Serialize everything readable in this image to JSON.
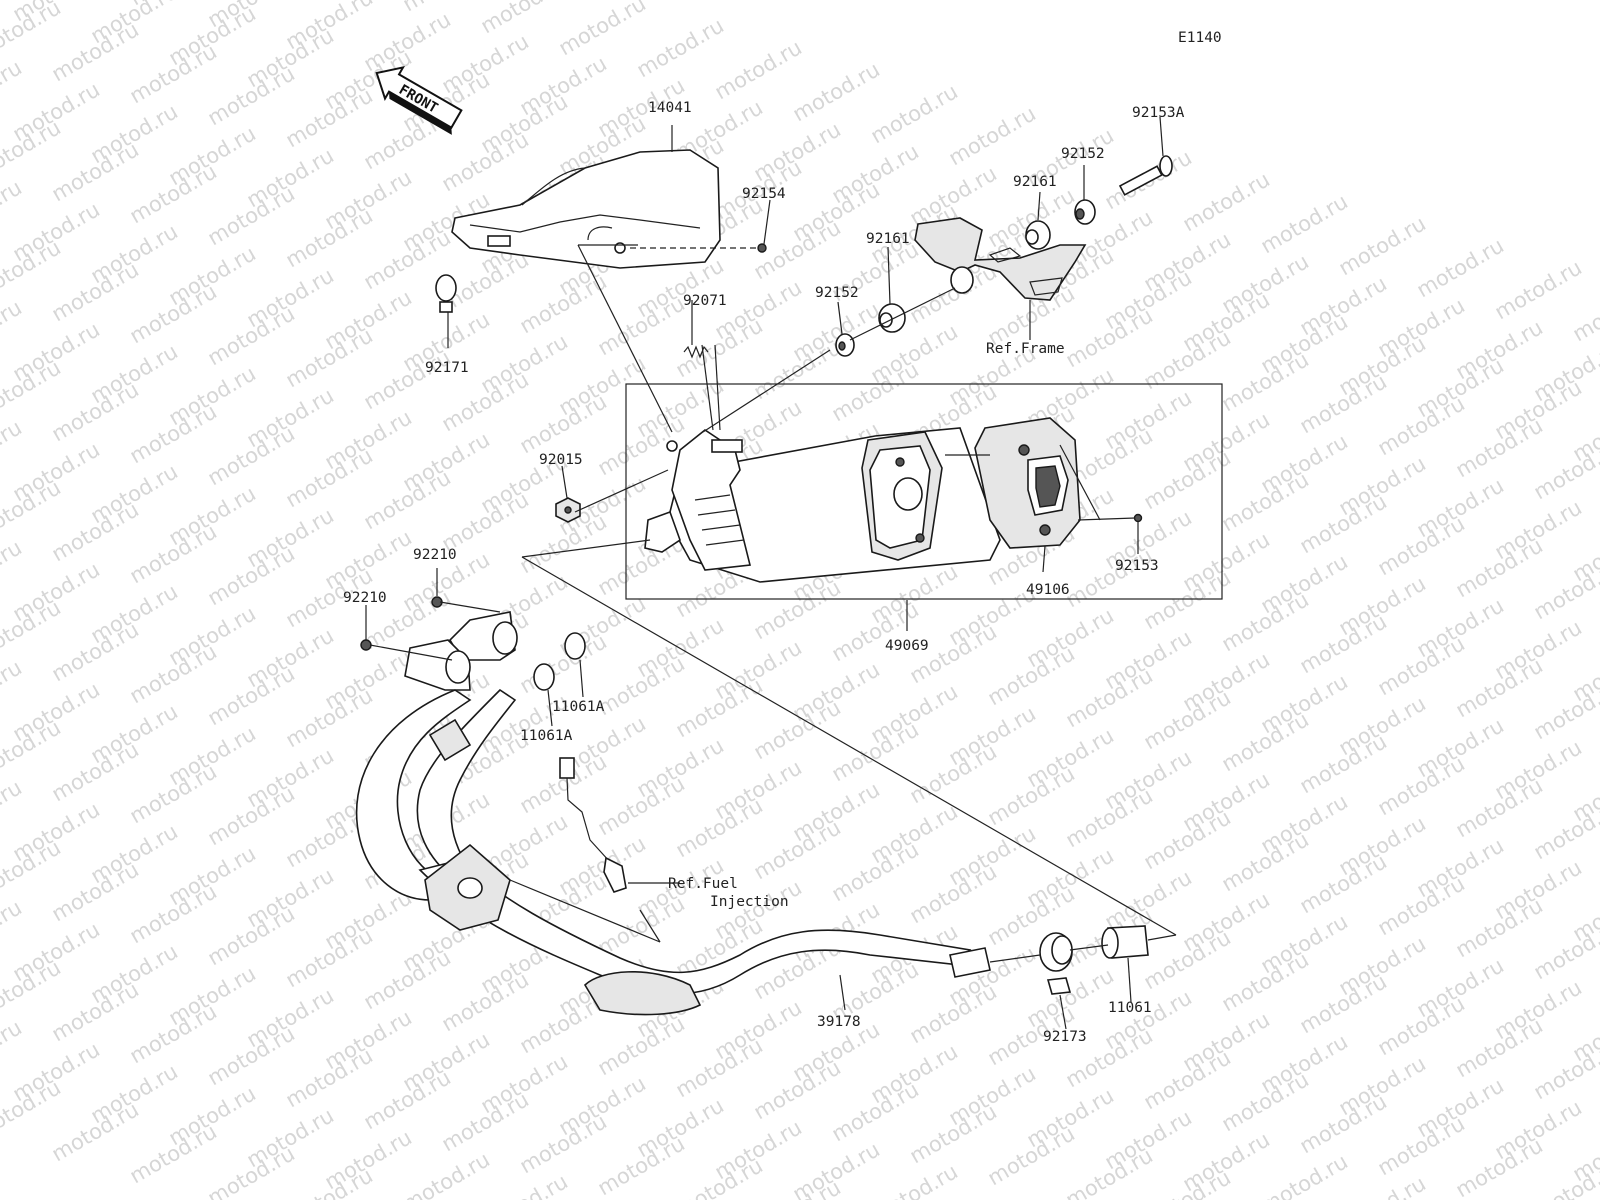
{
  "diagram": {
    "code": "E1140",
    "watermark": "motod.ru",
    "front_arrow": "FRONT",
    "parts": {
      "p14041": "14041",
      "p92154": "92154",
      "p92171": "92171",
      "p92071": "92071",
      "p92015": "92015",
      "p92152_lower": "92152",
      "p92161_lower": "92161",
      "p92161_upper": "92161",
      "p92152_upper": "92152",
      "p92153A": "92153A",
      "ref_frame": "Ref.Frame",
      "p49106": "49106",
      "p92153": "92153",
      "p49069": "49069",
      "p92210_a": "92210",
      "p92210_b": "92210",
      "p11061A_a": "11061A",
      "p11061A_b": "11061A",
      "ref_fuel_1": "Ref.Fuel",
      "ref_fuel_2": "Injection",
      "p39178": "39178",
      "p92173": "92173",
      "p11061": "11061"
    }
  }
}
